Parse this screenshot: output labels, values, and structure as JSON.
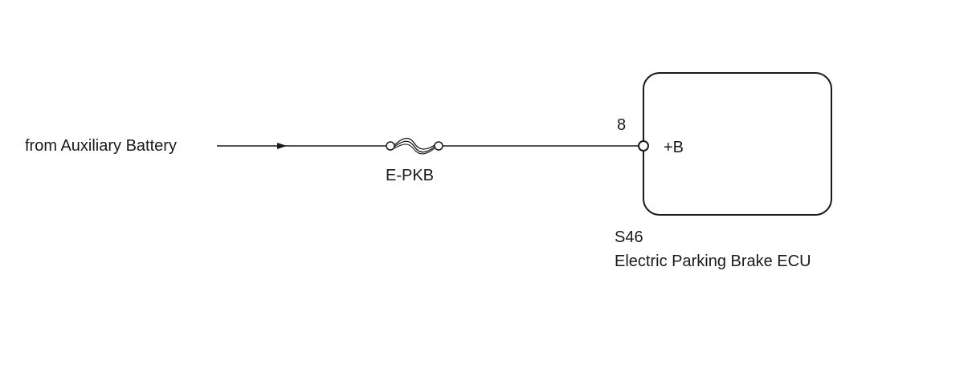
{
  "source": {
    "label": "from Auxiliary Battery"
  },
  "fuse": {
    "name": "E-PKB"
  },
  "ecu": {
    "pin_number": "8",
    "pin_name": "+B",
    "connector_code": "S46",
    "component_name": "Electric Parking Brake ECU"
  },
  "colors": {
    "line": "#1a1a1a",
    "background": "#ffffff"
  }
}
